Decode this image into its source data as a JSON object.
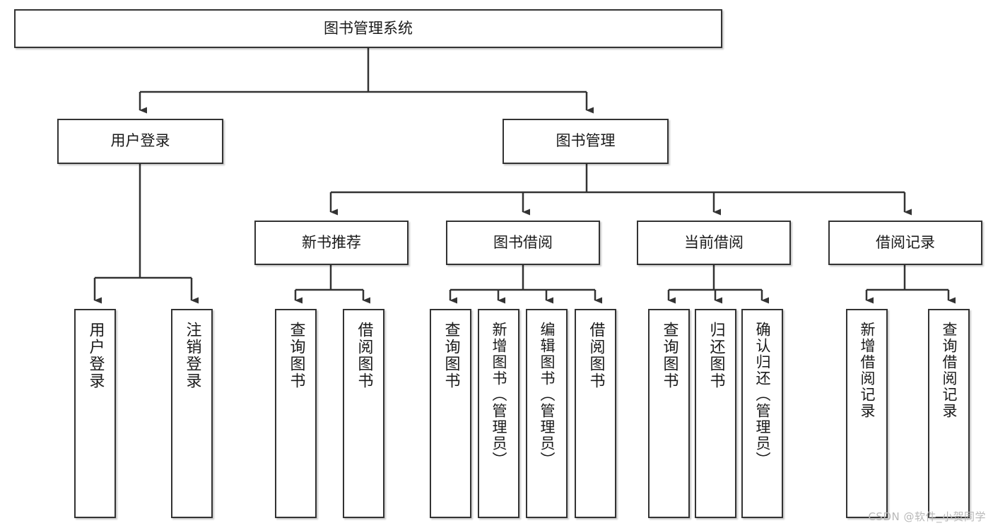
{
  "diagram": {
    "title": "图书管理系统",
    "type": "hierarchy-tree",
    "watermark": "CSDN @软件_小贺同学",
    "colors": {
      "box_border": "#333333",
      "box_fill": "#ffffff",
      "edge": "#333333",
      "text": "#1a1a1a",
      "watermark": "#b8b8b8"
    },
    "nodes": {
      "root": "图书管理系统",
      "level2": [
        "用户登录",
        "图书管理"
      ],
      "level3": [
        "新书推荐",
        "图书借阅",
        "当前借阅",
        "借阅记录"
      ],
      "leaves": {
        "user_login": [
          "用户登录",
          "注销登录"
        ],
        "new_book_recommend": [
          "查询图书",
          "借阅图书"
        ],
        "book_borrow": [
          "查询图书",
          "新增图书（管理员）",
          "编辑图书（管理员）",
          "借阅图书"
        ],
        "current_borrow": [
          "查询图书",
          "归还图书",
          "确认归还（管理员）"
        ],
        "borrow_record": [
          "新增借阅记录",
          "查询借阅记录"
        ]
      }
    }
  }
}
